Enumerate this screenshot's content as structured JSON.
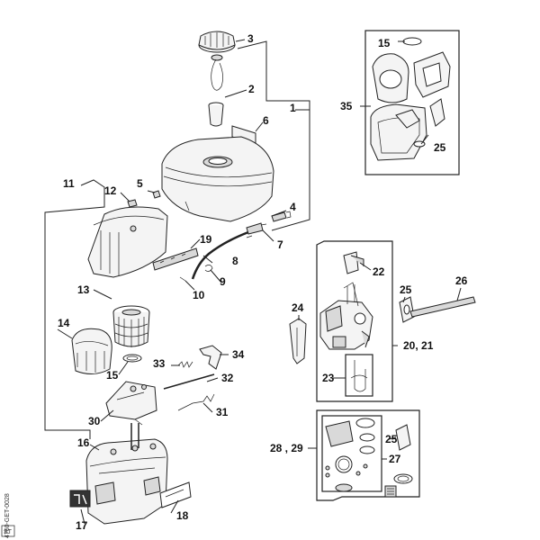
{
  "labels": {
    "p1": "1",
    "p2": "2",
    "p3": "3",
    "p4": "4",
    "p5": "5",
    "p6": "6",
    "p7": "7",
    "p8": "8",
    "p9": "9",
    "p10": "10",
    "p11": "11",
    "p12": "12",
    "p13": "13",
    "p14": "14",
    "p15a": "15",
    "p15b": "15",
    "p16": "16",
    "p17": "17",
    "p18": "18",
    "p19": "19",
    "p2021": "20, 21",
    "p22": "22",
    "p23": "23",
    "p24": "24",
    "p25a": "25",
    "p25b": "25",
    "p25c": "25",
    "p26": "26",
    "p27": "27",
    "p2829": "28 , 29",
    "p30": "30",
    "p31": "31",
    "p32": "32",
    "p33": "33",
    "p34": "34",
    "p35": "35"
  },
  "side_code": "4760-GET-0028",
  "side_tag": "ST"
}
